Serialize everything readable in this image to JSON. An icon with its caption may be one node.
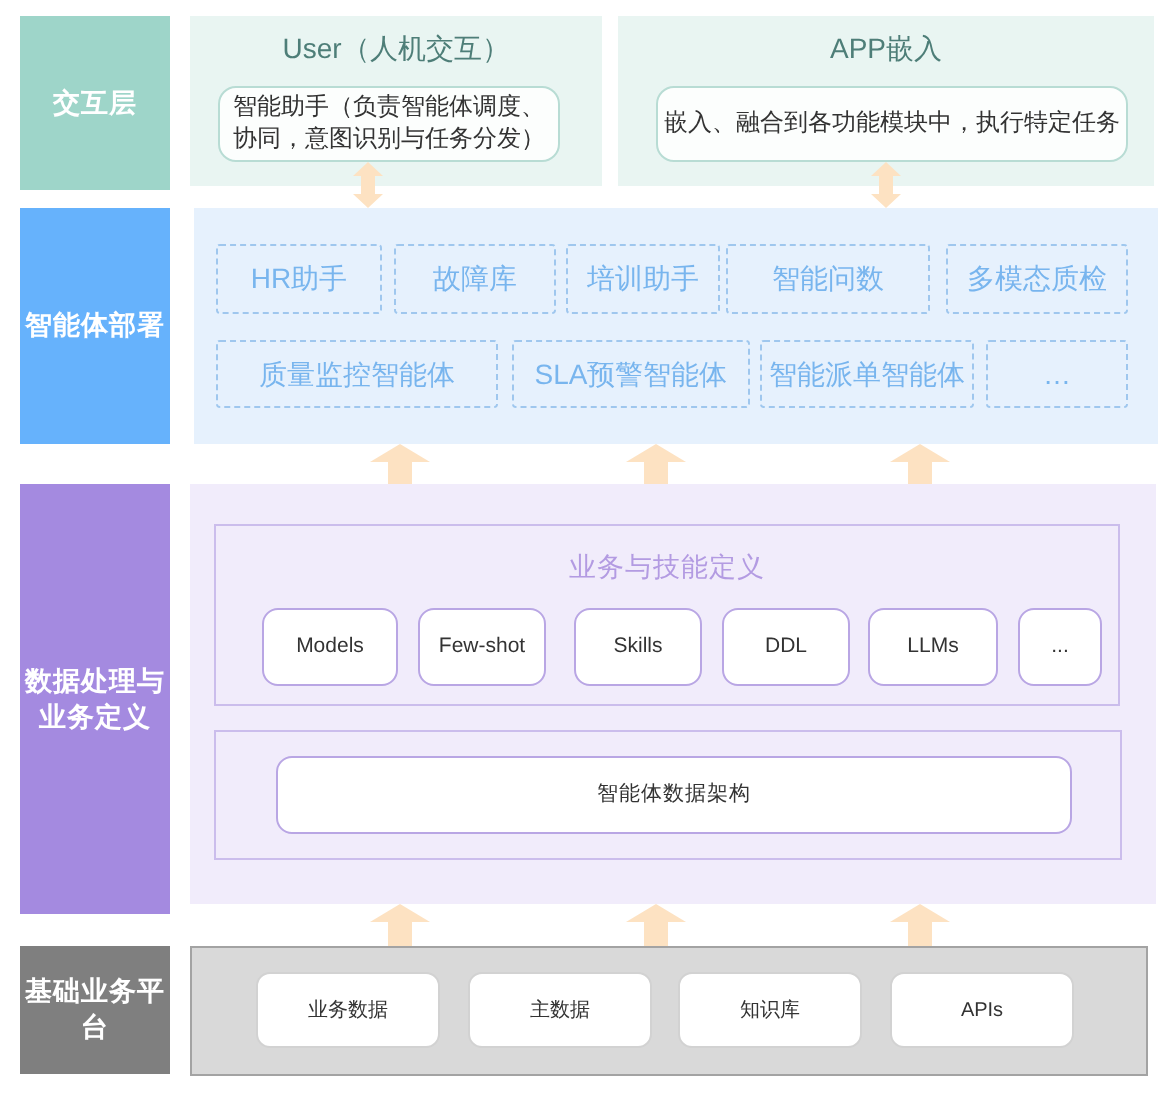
{
  "diagram": {
    "nodes": [
      {
        "text": [
          "交互层"
        ]
      },
      {
        "text": [
          "User（人机交互）"
        ]
      },
      {
        "text": [
          "智能助手（负责智能体调度、协同，意图识别与任务分发）"
        ],
        "in": 1
      },
      {
        "text": [
          "APP嵌入"
        ]
      },
      {
        "text": [
          "嵌入、融合到各功能模块中，执行特定任务"
        ],
        "in": 3
      },
      {
        "text": [
          "智能体部署"
        ]
      },
      {
        "text": [],
        "shape": "box"
      },
      {
        "text": [
          "HR助手"
        ],
        "in": 6
      },
      {
        "text": [
          "故障库"
        ],
        "in": 6
      },
      {
        "text": [
          "培训助手"
        ],
        "in": 6
      },
      {
        "text": [
          "智能问数"
        ],
        "in": 6
      },
      {
        "text": [
          "多模态质检"
        ],
        "in": 6
      },
      {
        "text": [
          "质量监控智能体"
        ],
        "in": 6
      },
      {
        "text": [
          "SLA预警智能体"
        ],
        "in": 6
      },
      {
        "text": [
          "智能派单智能体"
        ],
        "in": 6
      },
      {
        "text": [
          "…"
        ],
        "in": 6
      },
      {
        "text": [
          "数据处理与业务定义"
        ]
      },
      {
        "text": [],
        "shape": "box"
      },
      {
        "text": [
          "业务与技能定义"
        ],
        "in": 17
      },
      {
        "text": [
          "Models"
        ],
        "in": 18
      },
      {
        "text": [
          "Few-shot"
        ],
        "in": 18
      },
      {
        "text": [
          "Skills"
        ],
        "in": 18
      },
      {
        "text": [
          "DDL"
        ],
        "in": 18
      },
      {
        "text": [
          "LLMs"
        ],
        "in": 18
      },
      {
        "text": [
          "..."
        ],
        "in": 18
      },
      {
        "text": [],
        "shape": "box",
        "in": 17
      },
      {
        "text": [
          "智能体数据架构"
        ],
        "in": 25
      },
      {
        "text": [
          "基础业务平台"
        ]
      },
      {
        "text": [],
        "shape": "box"
      },
      {
        "text": [
          "业务数据"
        ],
        "in": 28
      },
      {
        "text": [
          "主数据"
        ],
        "in": 28
      },
      {
        "text": [
          "知识库"
        ],
        "in": 28
      },
      {
        "text": [
          "APIs"
        ],
        "in": 28
      }
    ],
    "edges": [
      {
        "from": 2,
        "to": 6,
        "arrow": "both"
      },
      {
        "from": 4,
        "to": 6,
        "arrow": "both"
      },
      {
        "from": 17,
        "to": 6,
        "arrow": "to"
      },
      {
        "from": 17,
        "to": 6,
        "arrow": "to"
      },
      {
        "from": 17,
        "to": 6,
        "arrow": "to"
      },
      {
        "from": 28,
        "to": 17,
        "arrow": "to"
      },
      {
        "from": 28,
        "to": 17,
        "arrow": "to"
      },
      {
        "from": 28,
        "to": 17,
        "arrow": "to"
      }
    ]
  }
}
